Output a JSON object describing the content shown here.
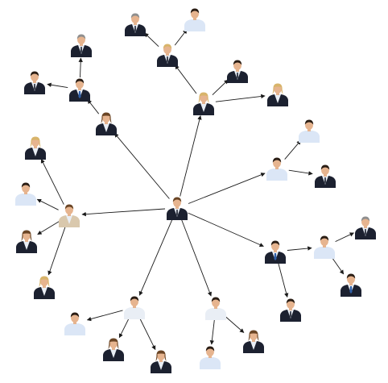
{
  "diagram": {
    "type": "network",
    "colors": {
      "background": "#ffffff",
      "edge": "#1a1a1a",
      "suit_dark": "#1c2130",
      "shirt_white": "#e9eef5",
      "shirt_blue": "#dbe6f6",
      "beige_jacket": "#d9c8ad",
      "skin": "#e6b48f",
      "hair_dark": "#2a1d14",
      "hair_blond": "#d8b46a",
      "hair_brown": "#6a4525",
      "hair_gray": "#8f8f8f"
    },
    "nodes": [
      {
        "id": "center",
        "icon": "businessman-dark-suit-icon",
        "hair": "hair_brown",
        "top": "shirt_white",
        "jacket": "suit_dark"
      },
      {
        "id": "woman-mid",
        "icon": "businesswoman-icon",
        "hair": "hair_brown",
        "top": "shirt_white",
        "jacket": "suit_dark"
      },
      {
        "id": "man-blue-tie",
        "icon": "businessman-blue-tie-icon",
        "hair": "hair_dark",
        "top": "shirt_white",
        "jacket": "suit_dark"
      },
      {
        "id": "gray-man",
        "icon": "senior-businessman-icon",
        "hair": "hair_gray",
        "top": "shirt_white",
        "jacket": "suit_dark"
      },
      {
        "id": "man-phone",
        "icon": "businessman-icon",
        "hair": "hair_dark",
        "top": "shirt_white",
        "jacket": "suit_dark"
      },
      {
        "id": "woman-blond-top",
        "icon": "businesswoman-blond-icon",
        "hair": "hair_blond",
        "top": "shirt_white",
        "jacket": "suit_dark"
      },
      {
        "id": "man-arms-crossed",
        "icon": "businessman-arms-crossed-icon",
        "hair": "hair_blond",
        "top": "shirt_white",
        "jacket": "suit_dark"
      },
      {
        "id": "gray-man-top",
        "icon": "senior-businessman-icon",
        "hair": "hair_gray",
        "top": "shirt_white",
        "jacket": "suit_dark"
      },
      {
        "id": "man-shirt-top",
        "icon": "man-blue-shirt-icon",
        "hair": "hair_dark",
        "top": "shirt_blue",
        "jacket": "shirt_blue"
      },
      {
        "id": "man-dark-right",
        "icon": "businessman-icon",
        "hair": "hair_dark",
        "top": "shirt_white",
        "jacket": "suit_dark"
      },
      {
        "id": "woman-blond-right",
        "icon": "businesswoman-blond-icon",
        "hair": "hair_blond",
        "top": "shirt_white",
        "jacket": "suit_dark"
      },
      {
        "id": "man-shirt-right",
        "icon": "man-blue-shirt-icon",
        "hair": "hair_dark",
        "top": "shirt_blue",
        "jacket": "shirt_blue"
      },
      {
        "id": "man-shirt-right-top",
        "icon": "man-blue-shirt-icon",
        "hair": "hair_dark",
        "top": "shirt_blue",
        "jacket": "shirt_blue"
      },
      {
        "id": "man-dark-right-low",
        "icon": "businessman-icon",
        "hair": "hair_dark",
        "top": "shirt_white",
        "jacket": "suit_dark"
      },
      {
        "id": "man-beige",
        "icon": "man-beige-jacket-icon",
        "hair": "hair_brown",
        "top": "shirt_white",
        "jacket": "beige_jacket"
      },
      {
        "id": "woman-left-top",
        "icon": "businesswoman-icon",
        "hair": "hair_blond",
        "top": "shirt_white",
        "jacket": "suit_dark"
      },
      {
        "id": "man-shirt-left",
        "icon": "man-blue-shirt-icon",
        "hair": "hair_dark",
        "top": "shirt_blue",
        "jacket": "shirt_blue"
      },
      {
        "id": "woman-left-mid",
        "icon": "businesswoman-icon",
        "hair": "hair_brown",
        "top": "shirt_white",
        "jacket": "suit_dark"
      },
      {
        "id": "woman-blond-left",
        "icon": "businesswoman-blond-icon",
        "hair": "hair_blond",
        "top": "shirt_white",
        "jacket": "suit_dark"
      },
      {
        "id": "man-tie-right",
        "icon": "businessman-blue-tie-icon",
        "hair": "hair_dark",
        "top": "shirt_white",
        "jacket": "suit_dark"
      },
      {
        "id": "man-shirt-far-right",
        "icon": "man-blue-shirt-icon",
        "hair": "hair_dark",
        "top": "shirt_blue",
        "jacket": "shirt_blue"
      },
      {
        "id": "gray-man-right",
        "icon": "senior-businessman-icon",
        "hair": "hair_gray",
        "top": "shirt_white",
        "jacket": "suit_dark"
      },
      {
        "id": "man-tie-lowright",
        "icon": "businessman-blue-tie-icon",
        "hair": "hair_dark",
        "top": "shirt_white",
        "jacket": "suit_dark"
      },
      {
        "id": "man-dark-bottom",
        "icon": "businessman-icon",
        "hair": "hair_dark",
        "top": "shirt_white",
        "jacket": "suit_dark"
      },
      {
        "id": "man-bottom-mid",
        "icon": "businessman-icon",
        "hair": "hair_dark",
        "top": "shirt_white",
        "jacket": "shirt_white"
      },
      {
        "id": "man-bottom-left-shirt",
        "icon": "man-blue-shirt-icon",
        "hair": "hair_dark",
        "top": "shirt_blue",
        "jacket": "shirt_blue"
      },
      {
        "id": "woman-bottom-a",
        "icon": "businesswoman-icon",
        "hair": "hair_brown",
        "top": "shirt_white",
        "jacket": "suit_dark"
      },
      {
        "id": "woman-bottom-b",
        "icon": "businesswoman-icon",
        "hair": "hair_brown",
        "top": "shirt_white",
        "jacket": "suit_dark"
      },
      {
        "id": "man-bottom-right",
        "icon": "businessman-icon",
        "hair": "hair_dark",
        "top": "shirt_white",
        "jacket": "shirt_white"
      },
      {
        "id": "man-shirt-bottom",
        "icon": "man-blue-shirt-icon",
        "hair": "hair_dark",
        "top": "shirt_blue",
        "jacket": "shirt_blue"
      },
      {
        "id": "woman-bottom-right",
        "icon": "businesswoman-icon",
        "hair": "hair_brown",
        "top": "shirt_white",
        "jacket": "suit_dark"
      }
    ],
    "edges": [
      [
        "center",
        "woman-mid"
      ],
      [
        "woman-mid",
        "man-blue-tie"
      ],
      [
        "man-blue-tie",
        "gray-man"
      ],
      [
        "man-blue-tie",
        "man-phone"
      ],
      [
        "center",
        "woman-blond-top"
      ],
      [
        "woman-blond-top",
        "man-arms-crossed"
      ],
      [
        "man-arms-crossed",
        "gray-man-top"
      ],
      [
        "man-arms-crossed",
        "man-shirt-top"
      ],
      [
        "woman-blond-top",
        "man-dark-right"
      ],
      [
        "woman-blond-top",
        "woman-blond-right"
      ],
      [
        "center",
        "man-shirt-right"
      ],
      [
        "man-shirt-right",
        "man-shirt-right-top"
      ],
      [
        "man-shirt-right",
        "man-dark-right-low"
      ],
      [
        "center",
        "man-beige"
      ],
      [
        "man-beige",
        "woman-left-top"
      ],
      [
        "man-beige",
        "man-shirt-left"
      ],
      [
        "man-beige",
        "woman-left-mid"
      ],
      [
        "man-beige",
        "woman-blond-left"
      ],
      [
        "center",
        "man-tie-right"
      ],
      [
        "man-tie-right",
        "man-shirt-far-right"
      ],
      [
        "man-shirt-far-right",
        "gray-man-right"
      ],
      [
        "man-shirt-far-right",
        "man-tie-lowright"
      ],
      [
        "man-tie-right",
        "man-dark-bottom"
      ],
      [
        "center",
        "man-bottom-mid"
      ],
      [
        "man-bottom-mid",
        "man-bottom-left-shirt"
      ],
      [
        "man-bottom-mid",
        "woman-bottom-a"
      ],
      [
        "man-bottom-mid",
        "woman-bottom-b"
      ],
      [
        "center",
        "man-bottom-right"
      ],
      [
        "man-bottom-right",
        "man-shirt-bottom"
      ],
      [
        "man-bottom-right",
        "woman-bottom-right"
      ]
    ]
  }
}
